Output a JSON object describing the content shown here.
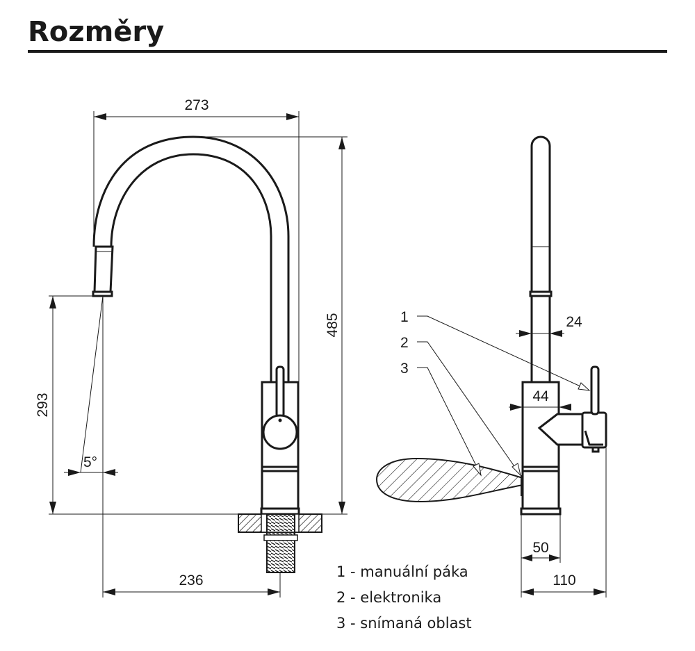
{
  "page": {
    "title": "Rozměry"
  },
  "front_view": {
    "dim_width_top": "273",
    "dim_height_total": "485",
    "dim_spout_height": "293",
    "dim_angle": "5°",
    "dim_reach": "236"
  },
  "side_view": {
    "dim_spout_diameter": "24",
    "dim_body_diameter": "44",
    "dim_base_diameter": "50",
    "dim_depth": "110",
    "callouts": [
      "1",
      "2",
      "3"
    ]
  },
  "legend": [
    {
      "text": "1 - manuální páka"
    },
    {
      "text": "2 - elektronika"
    },
    {
      "text": "3 - snímaná oblast"
    }
  ]
}
